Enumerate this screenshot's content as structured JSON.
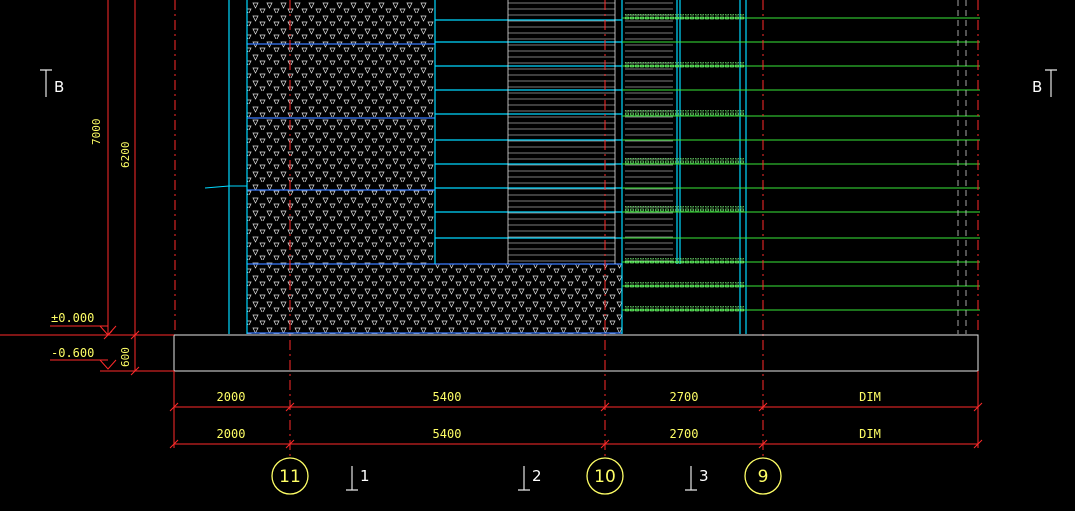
{
  "drawing": {
    "section_marker": "B",
    "elevations": {
      "ground": "±0.000",
      "basement": "-0.600"
    },
    "vertical_dims": {
      "total": "7000",
      "upper": "6200",
      "footing": "600"
    },
    "horizontal_dims": {
      "row1": [
        "2000",
        "5400",
        "2700",
        "DIM"
      ],
      "row2": [
        "2000",
        "5400",
        "2700",
        "DIM"
      ]
    },
    "axes": [
      "11",
      "10",
      "9"
    ],
    "section_labels": [
      "1",
      "2",
      "3"
    ]
  },
  "colors": {
    "background": "#000000",
    "dimension_red": "#ff2a2a",
    "text_yellow": "#ffff66",
    "cyan": "#00d8ff",
    "blue": "#3a7bff",
    "green": "#39e639",
    "white": "#e6e6e6"
  }
}
